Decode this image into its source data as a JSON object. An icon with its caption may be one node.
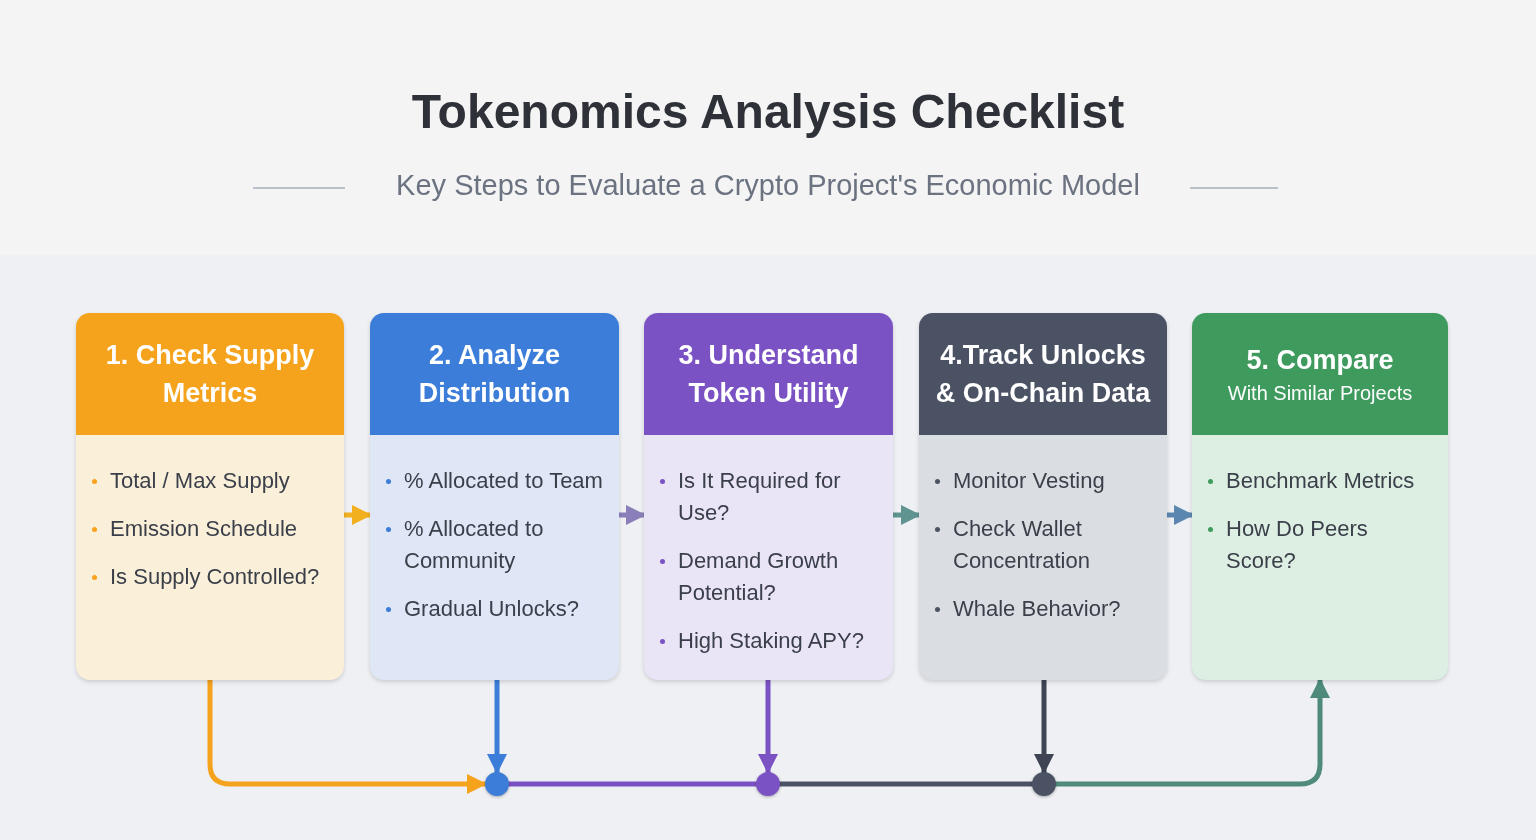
{
  "diagram": {
    "title": "Tokenomics Analysis Checklist",
    "nodes": [
      {
        "text": [
          "1. Check Supply Metrics",
          "Total / Max Supply",
          "Emission Schedule",
          "Is Supply Controlled?"
        ]
      },
      {
        "text": [
          "2. Analyze Distribution",
          "% Allocated to Team",
          "% Allocated to Community",
          "Gradual Unlocks?"
        ]
      },
      {
        "text": [
          "3. Understand Token Utility",
          "Is It Required for Use?",
          "Demand Growth Potential?",
          "High Staking APY?"
        ]
      },
      {
        "text": [
          "4.Track Unlocks & On-Chain Data",
          "Monitor Vesting",
          "Check Wallet Concentration",
          "Whale Behavior?"
        ]
      },
      {
        "text": [
          "5. Compare",
          "With Similar Projects",
          "Benchmark Metrics",
          "How Do Peers Score?"
        ]
      },
      {
        "text": [],
        "shape": "circle"
      },
      {
        "text": [],
        "shape": "circle"
      },
      {
        "text": [],
        "shape": "circle"
      }
    ],
    "edges": [
      {
        "from": 0,
        "to": 1,
        "arrow": "to",
        "color": "#f2b01e"
      },
      {
        "from": 1,
        "to": 2,
        "arrow": "to",
        "color": "#8a7fb8"
      },
      {
        "from": 2,
        "to": 3,
        "arrow": "to",
        "color": "#5f9490"
      },
      {
        "from": 3,
        "to": 4,
        "arrow": "to",
        "color": "#5a86b0"
      },
      {
        "from": 0,
        "to": 5,
        "arrow": "to",
        "color": "#f5a21c"
      },
      {
        "from": 1,
        "to": 5,
        "arrow": "to",
        "color": "#3b7dd8"
      },
      {
        "from": 5,
        "to": 6,
        "arrow": "none",
        "color": "#7b52c4"
      },
      {
        "from": 2,
        "to": 6,
        "arrow": "to",
        "color": "#7b52c4"
      },
      {
        "from": 6,
        "to": 7,
        "arrow": "none",
        "color": "#4a5263"
      },
      {
        "from": 3,
        "to": 7,
        "arrow": "to",
        "color": "#3e4452"
      },
      {
        "from": 7,
        "to": 4,
        "arrow": "to",
        "color": "#4f8a7a"
      }
    ],
    "labels": [
      "Key Steps to Evaluate a Crypto Project's Economic Model"
    ]
  }
}
